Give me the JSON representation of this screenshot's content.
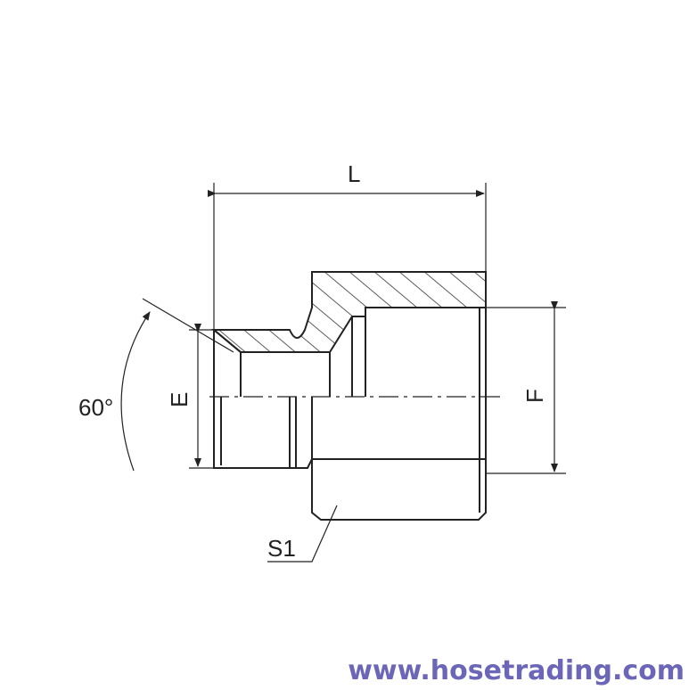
{
  "labels": {
    "length": "L",
    "angle": "60°",
    "thread_e": "E",
    "thread_f": "F",
    "hex": "S1"
  },
  "watermark": "www.hosetrading.com",
  "colors": {
    "line": "#222222",
    "hatch": "#333333",
    "section_fill": "#f2f2f2",
    "watermark": "#6c66b8"
  }
}
